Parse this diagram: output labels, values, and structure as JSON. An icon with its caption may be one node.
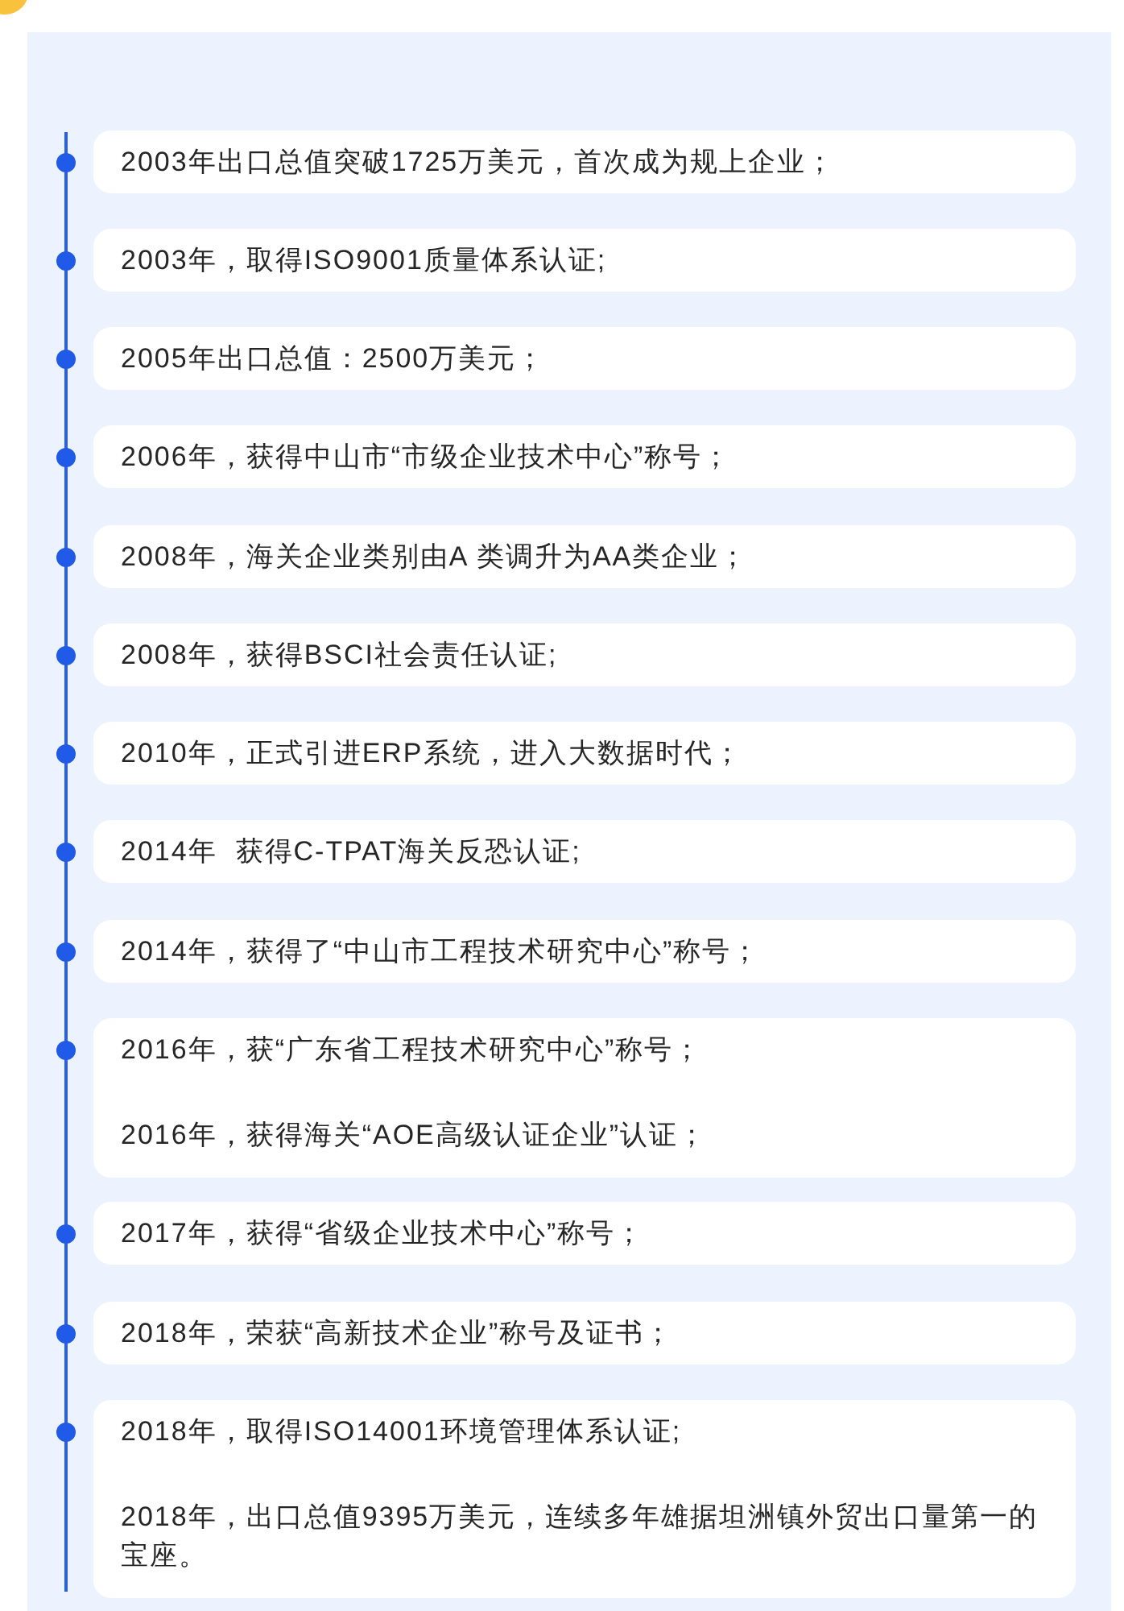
{
  "diagram": {
    "nodes": [
      {
        "text": [
          "2003年出口总值突破1725万美元，首次成为规上企业；"
        ]
      },
      {
        "text": [
          "2003年，取得ISO9001质量体系认证;"
        ]
      },
      {
        "text": [
          "2005年出口总值：2500万美元；"
        ]
      },
      {
        "text": [
          "2006年，获得中山市“市级企业技术中心”称号；"
        ]
      },
      {
        "text": [
          "2008年，海关企业类别由A 类调升为AA类企业；"
        ]
      },
      {
        "text": [
          "2008年，获得BSCI社会责任认证;"
        ]
      },
      {
        "text": [
          "2010年，正式引进ERP系统，进入大数据时代；"
        ]
      },
      {
        "text": [
          "2014年  获得C-TPAT海关反恐认证;"
        ]
      },
      {
        "text": [
          "2014年，获得了“中山市工程技术研究中心”称号；"
        ]
      },
      {
        "text": [
          "2016年，获“广东省工程技术研究中心”称号；",
          "2016年，获得海关“AOE高级认证企业”认证；"
        ]
      },
      {
        "text": [
          "2017年，获得“省级企业技术中心”称号；"
        ]
      },
      {
        "text": [
          "2018年，荣获“高新技术企业”称号及证书；"
        ]
      },
      {
        "text": [
          "2018年，取得ISO14001环境管理体系认证;",
          "2018年，出口总值9395万美元，连续多年雄据坦洲镇外贸出口量第一的宝座。"
        ]
      }
    ]
  }
}
